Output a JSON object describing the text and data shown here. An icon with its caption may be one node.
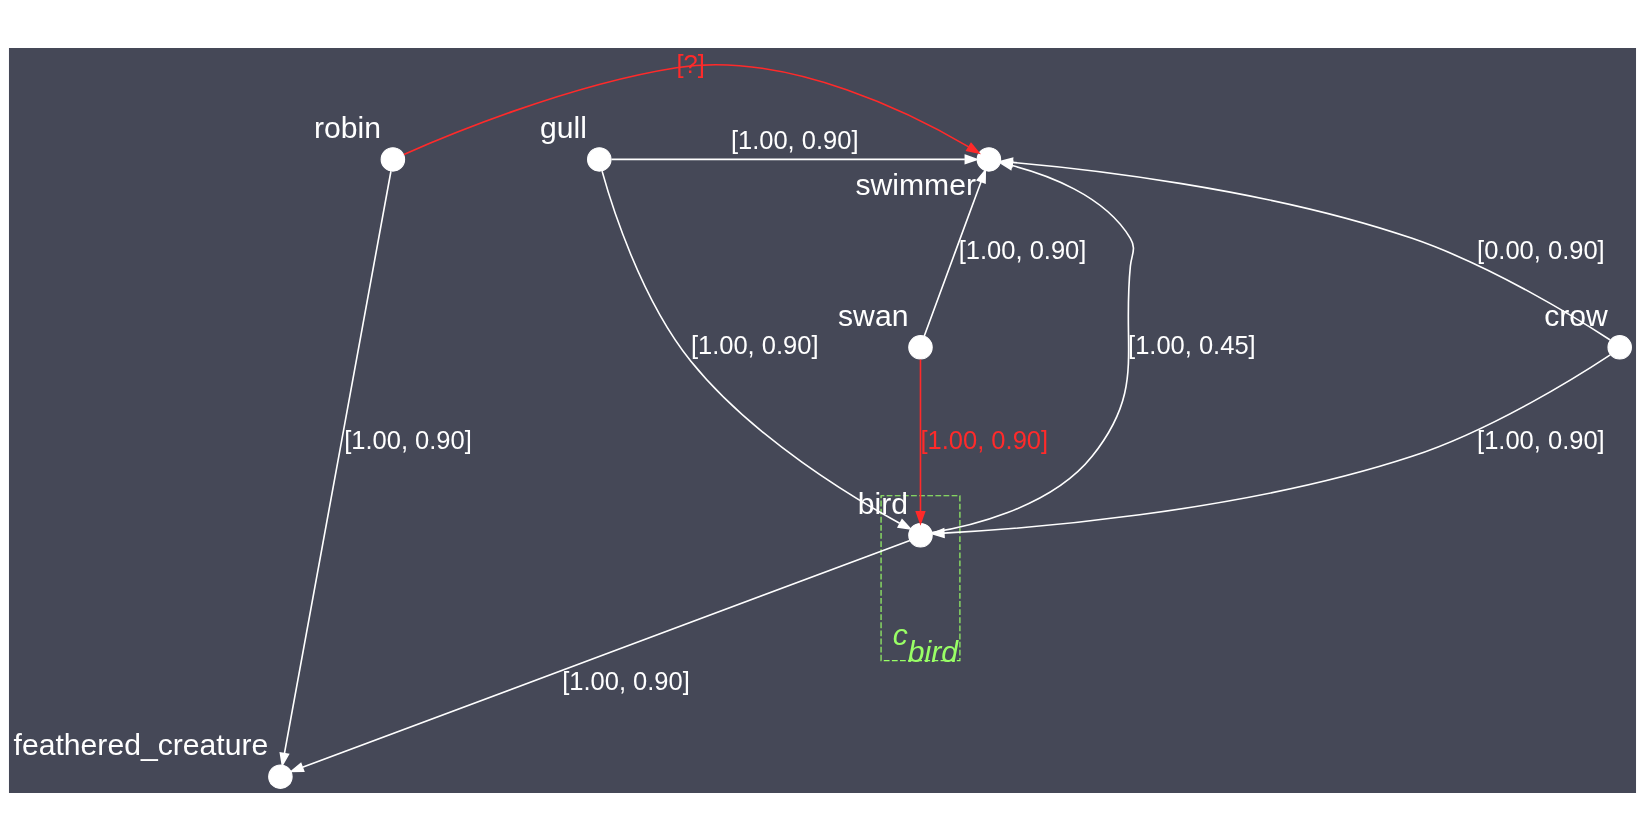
{
  "diagram": {
    "nodes": [
      {
        "text": [],
        "shape": "circle",
        "beside": [
          "gull"
        ]
      },
      {
        "text": [],
        "shape": "circle",
        "beside": [
          "swimmer"
        ]
      },
      {
        "text": [],
        "shape": "circle",
        "beside": [
          "robin"
        ]
      },
      {
        "text": [
          "c$_{bird}$"
        ]
      },
      {
        "text": [],
        "shape": "circle",
        "beside": [
          "feathered_creature"
        ]
      },
      {
        "text": [],
        "shape": "circle",
        "beside": [
          "crow"
        ]
      },
      {
        "text": [],
        "shape": "circle",
        "beside": [
          "bird"
        ],
        "in": 3
      },
      {
        "text": [],
        "shape": "circle",
        "beside": [
          "swan"
        ]
      }
    ],
    "edges": [
      {
        "from": 0,
        "to": 1,
        "arrow": "to",
        "label": "[1.00, 0.90]"
      },
      {
        "from": 2,
        "to": 1,
        "arrow": "to",
        "label": "[?]",
        "color": "#ff2a2a"
      },
      {
        "from": 2,
        "to": 4,
        "arrow": "to",
        "label": "[1.00, 0.90]"
      },
      {
        "from": 0,
        "to": 6,
        "arrow": "to",
        "label": "[1.00, 0.90]"
      },
      {
        "from": 5,
        "to": 1,
        "arrow": "to",
        "label": "[0.00, 0.90]"
      },
      {
        "from": 6,
        "to": 1,
        "arrow": "to",
        "label": "[1.00, 0.45]"
      },
      {
        "from": 7,
        "to": 1,
        "arrow": "to",
        "label": "[1.00, 0.90]"
      },
      {
        "from": 6,
        "to": 4,
        "arrow": "to",
        "label": "[1.00, 0.90]"
      },
      {
        "from": 5,
        "to": 6,
        "arrow": "to",
        "label": "[1.00, 0.90]"
      },
      {
        "from": 7,
        "to": 6,
        "arrow": "to",
        "label": "[1.00, 0.90]",
        "color": "#ff2a2a"
      }
    ]
  }
}
